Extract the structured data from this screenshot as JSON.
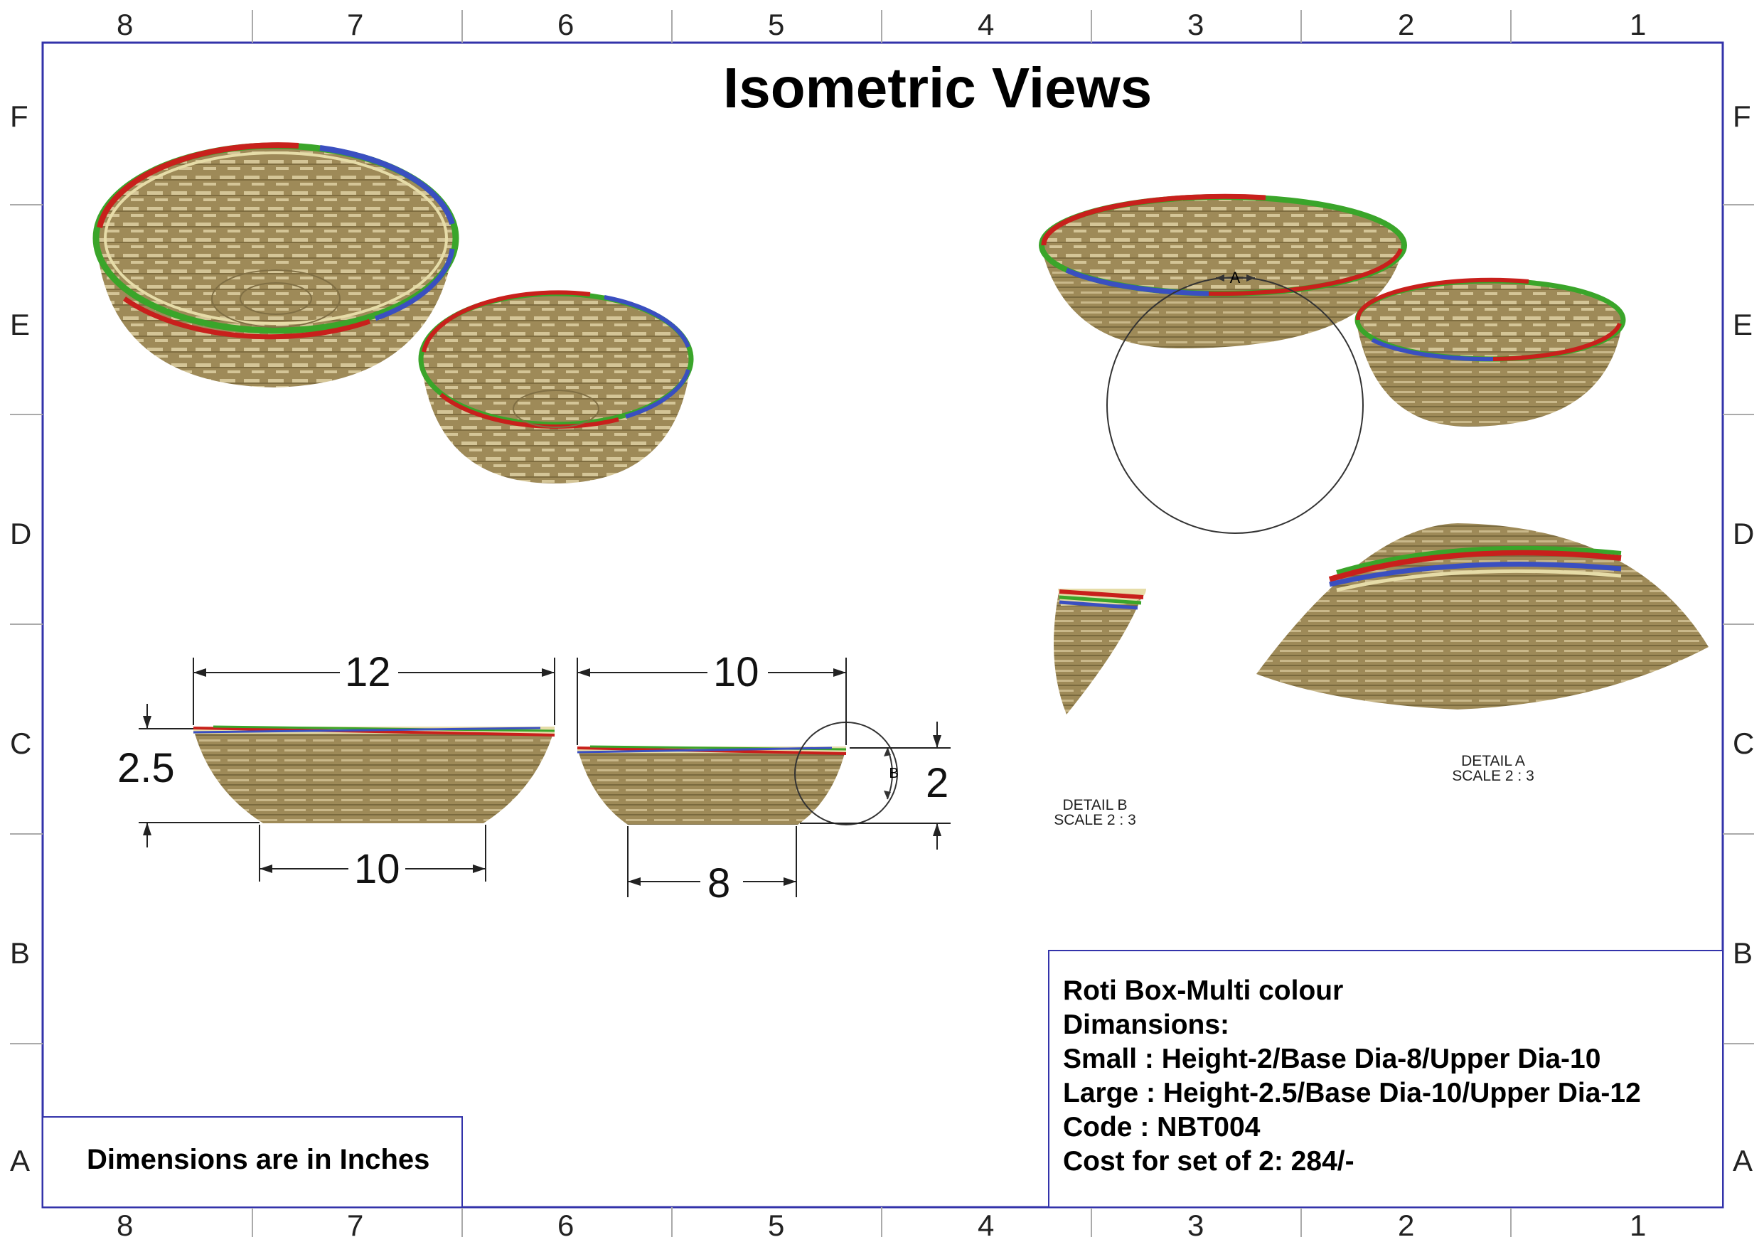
{
  "drawing": {
    "title": "Isometric Views",
    "column_numbers": [
      "8",
      "7",
      "6",
      "5",
      "4",
      "3",
      "2",
      "1"
    ],
    "row_letters": [
      "F",
      "E",
      "D",
      "C",
      "B",
      "A"
    ],
    "units_note": "Dimensions are in Inches"
  },
  "title_block": {
    "product": "Roti Box-Multi colour",
    "dimensions_heading": "Dimansions:",
    "small": "Small : Height-2/Base Dia-8/Upper Dia-10",
    "large": "Large : Height-2.5/Base Dia-10/Upper Dia-12",
    "code": "Code : NBT004",
    "cost": "Cost for set of 2: 284/-"
  },
  "dimensions": {
    "large_upper_dia": "12",
    "large_height": "2.5",
    "large_base_dia": "10",
    "small_upper_dia": "10",
    "small_height": "2",
    "small_base_dia": "8"
  },
  "details": {
    "a_marker": "A",
    "b_marker": "B",
    "detail_a_label": "DETAIL A",
    "detail_a_scale": "SCALE 2 : 3",
    "detail_b_label": "DETAIL B",
    "detail_b_scale": "SCALE 2 : 3"
  },
  "colors": {
    "border": "#3333aa",
    "wicker": "#9e8a58",
    "wicker_light": "#c9b88a",
    "rim_red": "#c8201c",
    "rim_green": "#3aa52a",
    "rim_blue": "#3a4fc0",
    "rim_cream": "#e6dca8"
  }
}
